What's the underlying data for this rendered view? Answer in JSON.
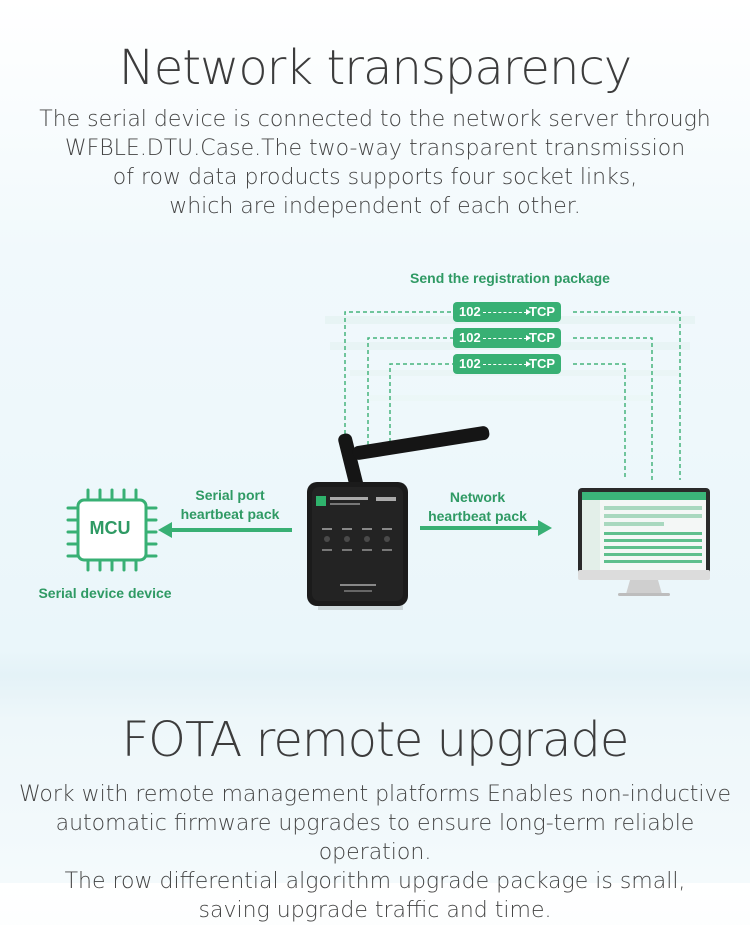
{
  "section1": {
    "title": "Network transparency",
    "lines": [
      "The serial device is connected to the network server through",
      "WFBLE.DTU.Case.The two-way transparent transmission",
      "of row data products supports four socket links,",
      "which are independent of each other."
    ]
  },
  "diagram": {
    "registration_label": "Send the registration package",
    "links": [
      {
        "from": "102",
        "to": "TCP"
      },
      {
        "from": "102",
        "to": "TCP"
      },
      {
        "from": "102",
        "to": "TCP"
      }
    ],
    "serial_label": [
      "Serial port",
      "heartbeat pack"
    ],
    "network_label": [
      "Network",
      "heartbeat pack"
    ],
    "chip_text": "MCU",
    "device_label": "Serial device device"
  },
  "section2": {
    "title": "FOTA remote upgrade",
    "lines": [
      "Work with remote management platforms Enables non-inductive",
      "automatic firmware upgrades to ensure long-term reliable operation.",
      "The row differential algorithm upgrade package is small,",
      "saving upgrade traffic and time."
    ]
  },
  "colors": {
    "accent": "#38b074",
    "accent_text": "#2f9a64",
    "heading": "#3c3c3c"
  }
}
